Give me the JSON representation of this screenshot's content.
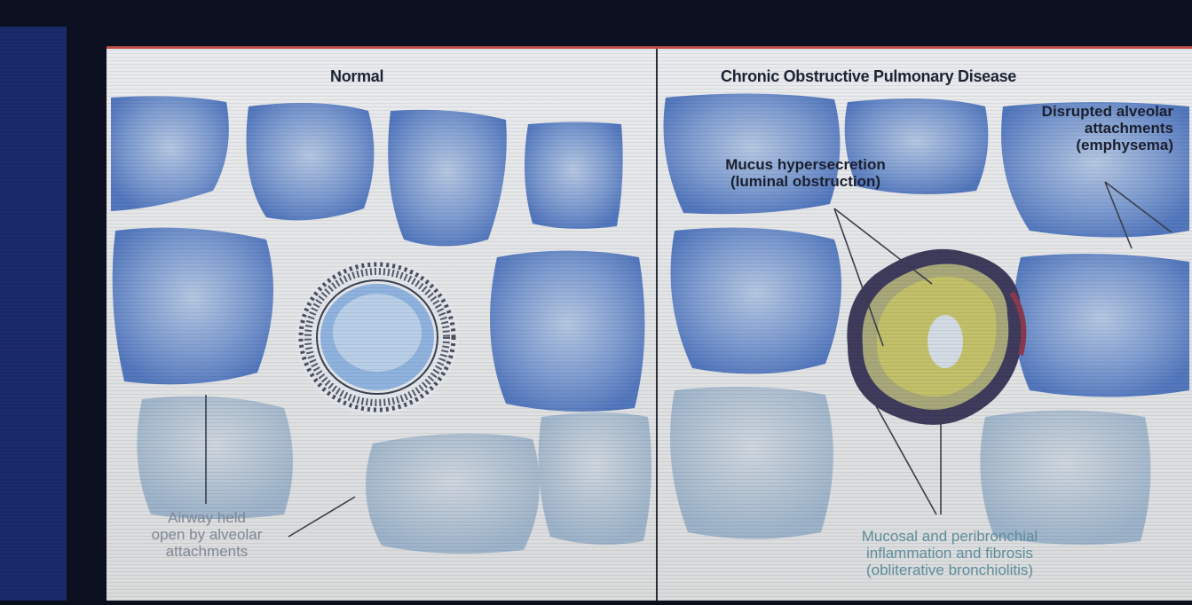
{
  "panels": {
    "normal": {
      "title": "Normal",
      "label_airway": [
        "Airway held",
        "open by alveolar",
        "attachments"
      ]
    },
    "copd": {
      "title": "Chronic Obstructive Pulmonary Disease",
      "label_disrupted": [
        "Disrupted alveolar",
        "attachments",
        "(emphysema)"
      ],
      "label_mucus": [
        "Mucus hypersecretion",
        "(luminal obstruction)"
      ],
      "label_mucosal": [
        "Mucosal and peribronchial",
        "inflammation and fibrosis",
        "(obliterative bronchiolitis)"
      ]
    }
  },
  "colors": {
    "alveolus": "#5f86c8",
    "tissue": "#d9dcd9",
    "mucus": "#b9b860",
    "inflammation": "#3e3b5c"
  }
}
